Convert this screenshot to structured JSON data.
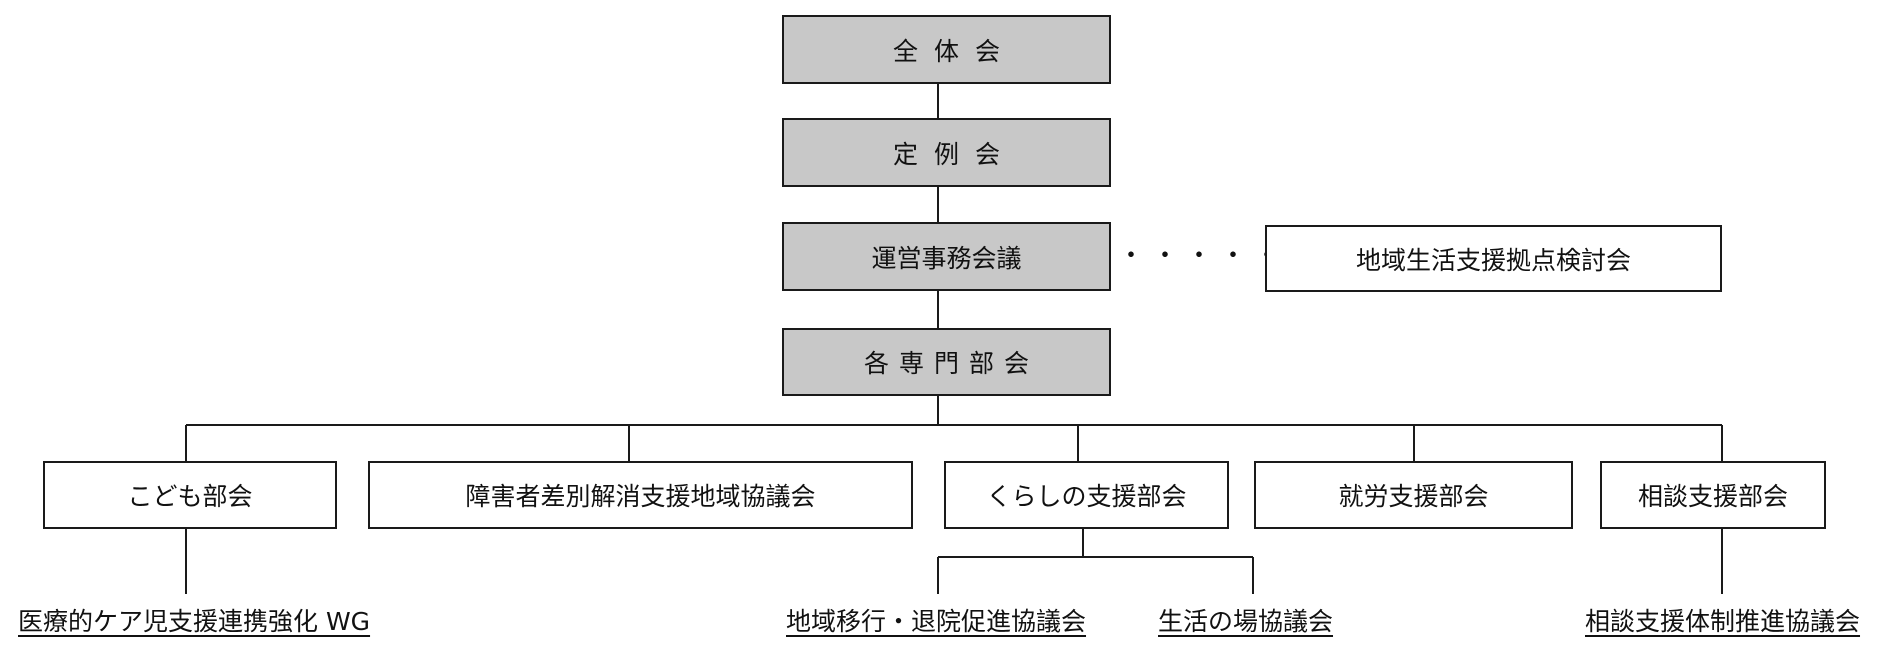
{
  "nodes": {
    "zentaikai": "全体会",
    "teireikai": "定例会",
    "unei": "運営事務会議",
    "kakusenmon": "各専門部会",
    "chiiki_kyoten": "地域生活支援拠点検討会",
    "kodomo": "こども部会",
    "shogaisha_sabetsu": "障害者差別解消支援地域協議会",
    "kurashi": "くらしの支援部会",
    "shuro": "就労支援部会",
    "sodan": "相談支援部会"
  },
  "sub_labels": {
    "iryoteki_care": "医療的ケア児支援連携強化 WG",
    "chiiki_ikou": "地域移行・退院促進協議会",
    "seikatsu_ba": "生活の場協議会",
    "sodan_taisei": "相談支援体制推進協議会"
  },
  "connector_dots": "・・・・・"
}
